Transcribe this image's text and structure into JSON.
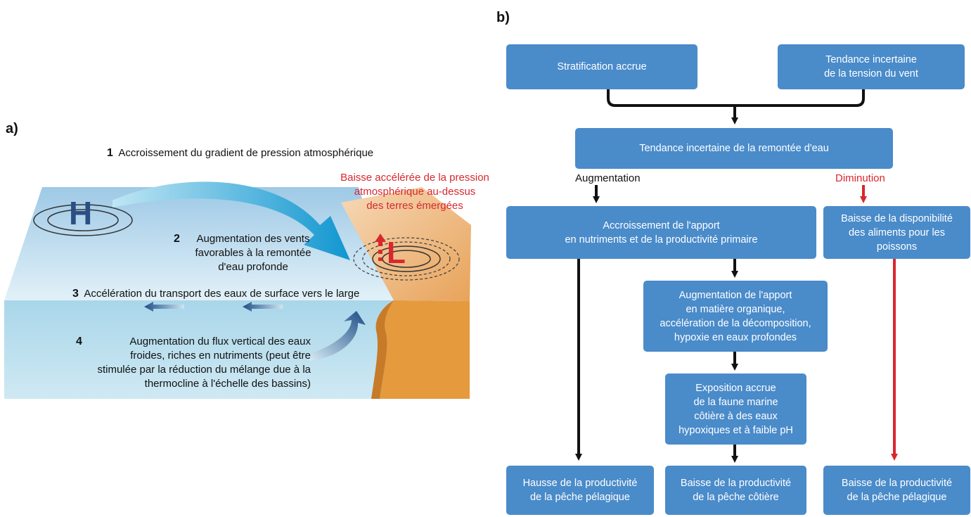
{
  "panel_a": {
    "label": "a)",
    "step1_num": "1",
    "step1_text": "Accroissement du gradient de pression atmosphérique",
    "step2_num": "2",
    "step2_text": "Augmentation des vents\nfavorables à la remontée\nd'eau profonde",
    "step3_num": "3",
    "step3_text": "Accélération du transport des eaux de surface vers le large",
    "step4_num": "4",
    "step4_text": "Augmentation du flux vertical des eaux\nfroides, riches en nutriments (peut être\nstimulée par la réduction du mélange due à la\nthermocline à l'échelle des bassins)",
    "red_text": "Baisse accélérée de la pression\natmosphérique au-dessus\ndes terres émergées",
    "high_symbol": "H",
    "low_symbol": "L",
    "colors": {
      "ocean": "#bfe3f1",
      "land": "#e89a3a",
      "arrow": "#1ea4d8",
      "red": "#d8282f"
    }
  },
  "panel_b": {
    "label": "b)",
    "box_stratification": "Stratification accrue",
    "box_wind": "Tendance incertaine\nde la tension du vent",
    "box_upwelling": "Tendance incertaine de la remontée d'eau",
    "label_increase": "Augmentation",
    "label_decrease": "Diminution",
    "box_nutrients": "Accroissement de l'apport\nen nutriments et de la productivité primaire",
    "box_food": "Baisse de la disponibilité\ndes aliments pour les\npoissons",
    "box_organic": "Augmentation de l'apport\nen matière organique,\naccélération de la décomposition,\nhypoxie en eaux profondes",
    "box_exposure": "Exposition accrue\nde la faune marine\ncôtière à des eaux\nhypoxiques et à faible pH",
    "box_out1": "Hausse de la productivité\nde la pêche pélagique",
    "box_out2": "Baisse de la productivité\nde la pêche côtière",
    "box_out3": "Baisse de la productivité\nde la pêche pélagique",
    "colors": {
      "box": "#4a8bca",
      "arrow": "#111111",
      "decrease": "#d8282f"
    }
  }
}
